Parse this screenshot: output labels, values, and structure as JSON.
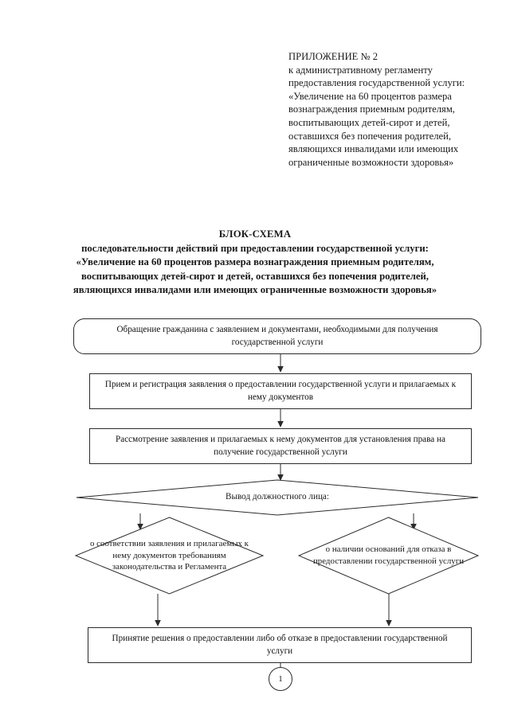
{
  "document": {
    "appendix_heading": "ПРИЛОЖЕНИЕ № 2",
    "appendix_body": "к административному регламенту предоставления государственной услуги: «Увеличение на 60 процентов размера вознаграждения приемным родителям, воспитывающих детей-сирот и детей, оставшихся без попечения родителей, являющихся инвалидами или имеющих ограниченные возможности здоровья»",
    "scheme_title_main": "БЛОК-СХЕМА",
    "scheme_title_sub": "последовательности действий при предоставлении государственной услуги: «Увеличение на 60 процентов размера вознаграждения приемным родителям, воспитывающих детей-сирот и детей, оставшихся без попечения родителей, являющихся инвалидами или имеющих ограниченные возможности здоровья»"
  },
  "flowchart": {
    "type": "flowchart",
    "nodes": [
      {
        "id": "start",
        "shape": "rounded-rectangle",
        "text": "Обращение гражданина с заявлением и документами, необходимыми для получения государственной услуги"
      },
      {
        "id": "registration",
        "shape": "rectangle",
        "text": "Прием и регистрация заявления о предоставлении государственной услуги и прилагаемых к нему документов"
      },
      {
        "id": "review",
        "shape": "rectangle",
        "text": "Рассмотрение заявления и прилагаемых к нему документов для установления права на получение государственной услуги"
      },
      {
        "id": "decision-header",
        "shape": "diamond",
        "text": "Вывод должностного лица:"
      },
      {
        "id": "branch-compliant",
        "shape": "diamond",
        "text": "о соответствии заявления и прилагаемых к нему документов требованиям законодательства и Регламента"
      },
      {
        "id": "branch-refusal",
        "shape": "diamond",
        "text": "о наличии оснований для отказа в предоставлении государственной услуги"
      },
      {
        "id": "decision",
        "shape": "rectangle",
        "text": "Принятие решения о предоставлении либо об отказе в предоставлении государственной услуги"
      },
      {
        "id": "connector",
        "shape": "circle",
        "text": "1"
      }
    ],
    "edges": [
      {
        "from": "start",
        "to": "registration"
      },
      {
        "from": "registration",
        "to": "review"
      },
      {
        "from": "review",
        "to": "decision-header"
      },
      {
        "from": "decision-header",
        "to": "branch-compliant"
      },
      {
        "from": "decision-header",
        "to": "branch-refusal"
      },
      {
        "from": "branch-compliant",
        "to": "decision"
      },
      {
        "from": "branch-refusal",
        "to": "decision"
      },
      {
        "from": "decision",
        "to": "connector"
      }
    ]
  },
  "colors": {
    "stroke": "#2b2b2b",
    "text": "#111111",
    "background": "#ffffff"
  }
}
